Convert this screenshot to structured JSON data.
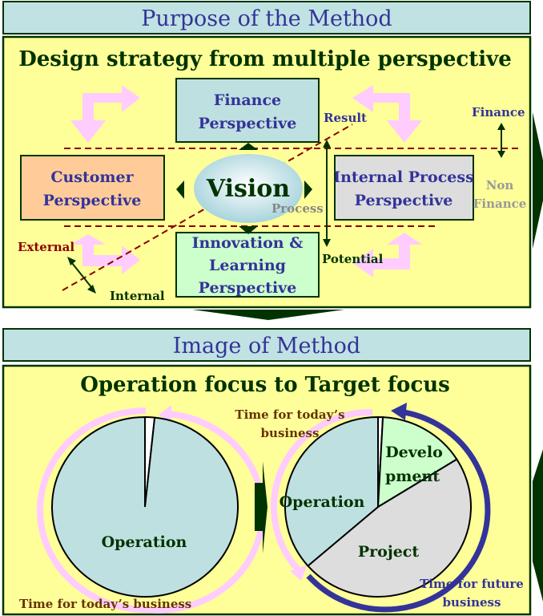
{
  "header1": "Purpose of the Method",
  "panel1": {
    "title": "Design strategy from multiple perspective",
    "finance": [
      "Finance",
      "Perspective"
    ],
    "customer": [
      "Customer",
      "Perspective"
    ],
    "internal_process": [
      "Internal Process",
      "Perspective"
    ],
    "innovation": [
      "Innovation &",
      "Learning",
      "Perspective"
    ],
    "vision": "Vision",
    "result": "Result",
    "process": "Process",
    "potential": "Potential",
    "finance_axis": "Finance",
    "non_finance": [
      "Non",
      "Finance"
    ],
    "external": "External",
    "internal": "Internal"
  },
  "header2": "Image of Method",
  "panel2": {
    "title": "Operation focus to Target focus",
    "left_pie": {
      "slices": [
        {
          "label": "",
          "share_deg": 6,
          "color": "#ffffff"
        },
        {
          "label": "Operation",
          "share_deg": 354,
          "color": "#bfe0e0"
        }
      ],
      "operation": "Operation",
      "caption": "Time for today’s business"
    },
    "right_pie": {
      "slices": [
        {
          "label": "",
          "share_deg": 3,
          "color": "#ffffff"
        },
        {
          "label": "Development",
          "share_deg": 55,
          "color": "#ccffcc"
        },
        {
          "label": "Project",
          "share_deg": 171,
          "color": "#dddddd"
        },
        {
          "label": "Operation",
          "share_deg": 131,
          "color": "#bfe0e0"
        }
      ],
      "development": [
        "Develo",
        "pment"
      ],
      "project": "Project",
      "operation": "Operation",
      "today_caption": [
        "Time for today’s",
        "business"
      ],
      "future_caption": [
        "Time for future",
        "business"
      ]
    }
  },
  "colors": {
    "panel": "#ffff99",
    "header": "#c0e2e2",
    "border": "#003300",
    "accent": "#333399",
    "pink": "#ffccff",
    "dash": "#8b0000"
  }
}
